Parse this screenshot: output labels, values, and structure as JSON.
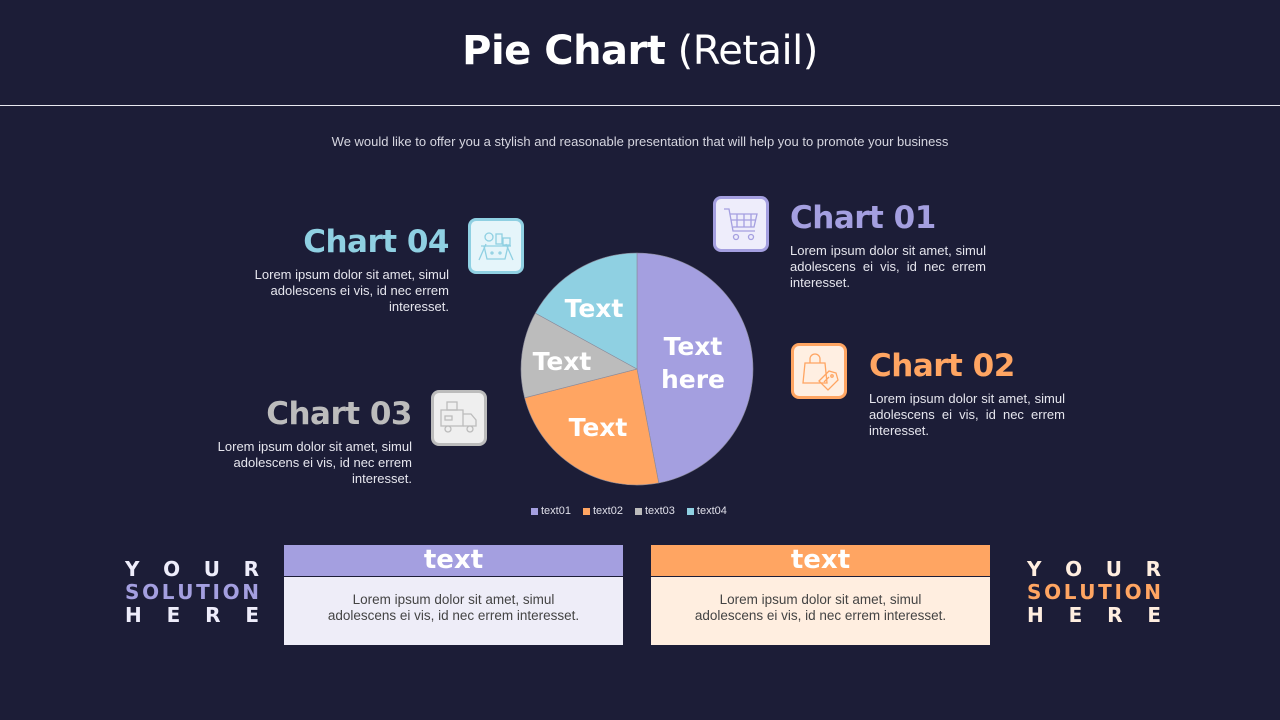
{
  "header": {
    "title_bold": "Pie Chart",
    "title_rest": "(Retail)",
    "subtitle": "We would like to offer you a stylish and reasonable presentation that will help you to promote your business"
  },
  "colors": {
    "background": "#1c1d37",
    "purple": "#a49fe0",
    "orange": "#ffa562",
    "gray": "#bcbcbc",
    "blue": "#8fd0e2"
  },
  "blocks": {
    "chart01": {
      "heading": "Chart 01",
      "body": "Lorem ipsum dolor sit amet, simul adolescens ei vis, id nec errem interesset.",
      "icon": "shopping-cart-icon"
    },
    "chart02": {
      "heading": "Chart 02",
      "body": "Lorem ipsum dolor sit amet, simul adolescens ei vis, id nec errem interesset.",
      "icon": "shopping-bag-tag-icon"
    },
    "chart03": {
      "heading": "Chart 03",
      "body": "Lorem ipsum dolor sit amet, simul adolescens ei vis, id nec errem interesset.",
      "icon": "delivery-truck-icon"
    },
    "chart04": {
      "heading": "Chart 04",
      "body": "Lorem ipsum dolor sit amet, simul adolescens ei vis, id nec errem interesset.",
      "icon": "grocery-basket-icon"
    }
  },
  "chart_data": {
    "type": "pie",
    "title": "",
    "categories": [
      "text01",
      "text02",
      "text03",
      "text04"
    ],
    "values": [
      47,
      24,
      12,
      17
    ],
    "slice_labels": [
      "Text here",
      "Text",
      "Text",
      "Text"
    ],
    "colors": [
      "#a49fe0",
      "#ffa562",
      "#bcbcbc",
      "#8fd0e2"
    ],
    "start_angle_deg": 0,
    "direction": "clockwise",
    "legend_position": "bottom"
  },
  "legend": {
    "items": [
      {
        "label": "text01",
        "color": "#a49fe0"
      },
      {
        "label": "text02",
        "color": "#ffa562"
      },
      {
        "label": "text03",
        "color": "#bcbcbc"
      },
      {
        "label": "text04",
        "color": "#8fd0e2"
      }
    ]
  },
  "bottom": {
    "left_solution": [
      "Y O U R",
      "SOLUTION",
      "H E R E"
    ],
    "right_solution": [
      "Y O U R",
      "SOLUTION",
      "H E R E"
    ],
    "card_left": {
      "title": "text",
      "body_line1": "Lorem ipsum dolor sit amet, simul",
      "body_line2": "adolescens ei vis, id nec errem interesset."
    },
    "card_right": {
      "title": "text",
      "body_line1": "Lorem ipsum dolor sit amet, simul",
      "body_line2": "adolescens ei vis, id nec errem interesset."
    }
  }
}
